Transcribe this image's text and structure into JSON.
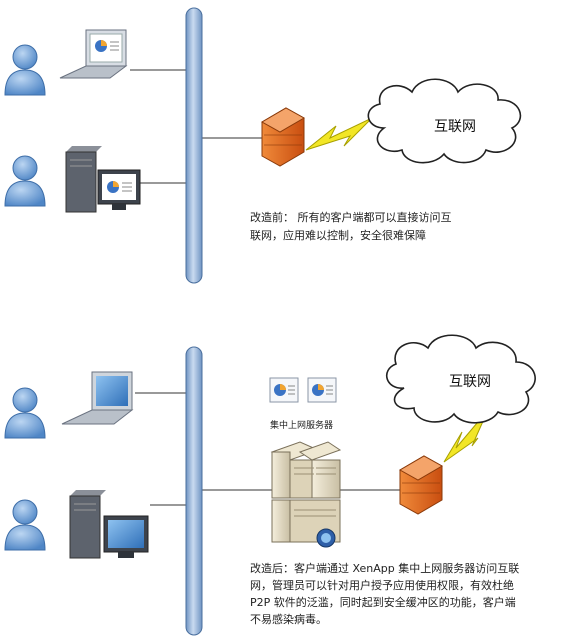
{
  "top": {
    "internet_label": "互联网",
    "note_line1": "改造前：  所有的客户端都可以直接访问互",
    "note_line2": "联网，应用难以控制，安全很难保障"
  },
  "bottom": {
    "internet_label": "互联网",
    "server_label": "集中上网服务器",
    "note_line1": "改造后：客户端通过 XenApp 集中上网服务器访问互联",
    "note_line2": "网，管理员可以针对用户授予应用使用权限，有效杜绝",
    "note_line3": "P2P 软件的泛滥，同时起到安全缓冲区的功能，客户端",
    "note_line4": "不易感染病毒。"
  },
  "colors": {
    "pipe": "#8fb0d6",
    "user": "#6a9ad0",
    "firewall": "#e0661a",
    "lightning": "#f2e626",
    "cloud_stroke": "#222222"
  }
}
